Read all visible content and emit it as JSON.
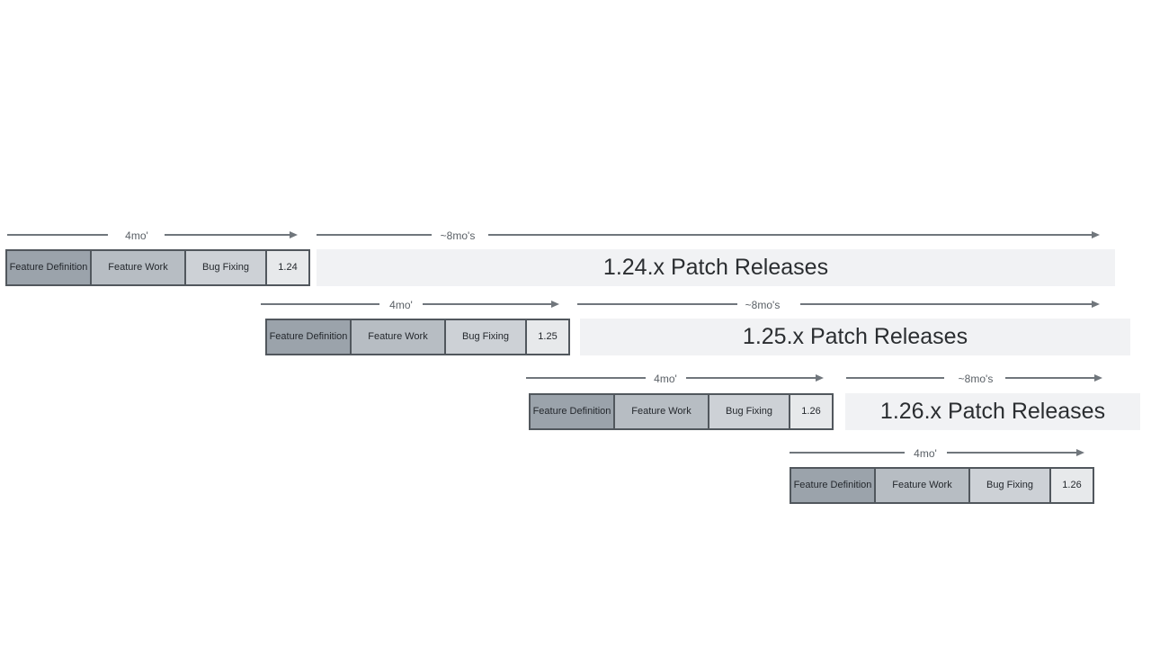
{
  "diagram": {
    "arrow_labels": {
      "four_months": "4mo'",
      "eight_months": "~8mo's"
    },
    "phases": [
      "Feature Definition",
      "Feature Work",
      "Bug Fixing"
    ],
    "rows": [
      {
        "version": "1.24",
        "patch_bar": "1.24.x Patch Releases"
      },
      {
        "version": "1.25",
        "patch_bar": "1.25.x Patch Releases"
      },
      {
        "version": "1.26",
        "patch_bar": "1.26.x Patch Releases"
      },
      {
        "version": "1.26",
        "patch_bar": ""
      }
    ],
    "colors": {
      "feature_definition_fill": "#9ba3ab",
      "feature_work_fill": "#b7bdc3",
      "bug_fixing_fill": "#cdd1d6",
      "version_box_fill": "#e7e9eb",
      "patch_bar_fill": "#f1f2f4",
      "box_border": "#51575d",
      "arrow": "#70767c",
      "text": "#2b2e31"
    }
  }
}
